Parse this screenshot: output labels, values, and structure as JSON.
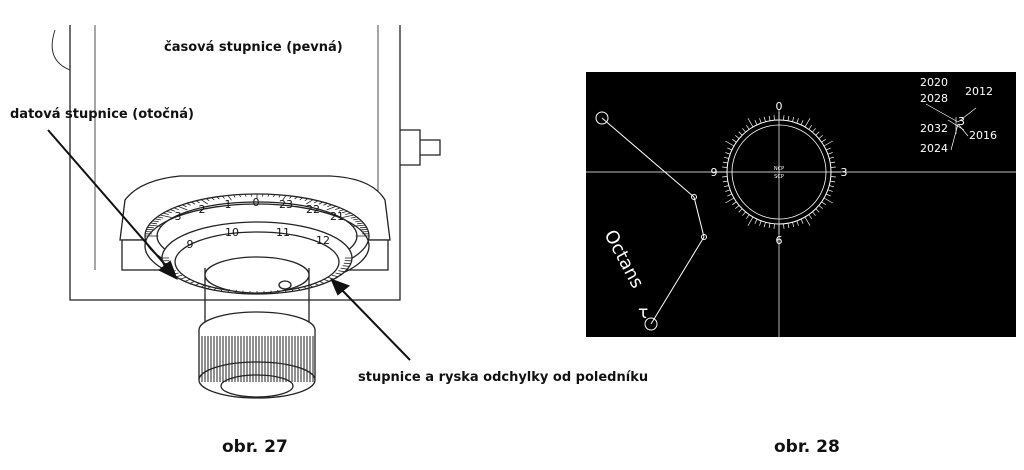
{
  "figure27": {
    "caption": "obr. 27",
    "labels": {
      "time_scale": "časová stupnice (pevná)",
      "date_scale": "datová stupnice (otočná)",
      "meridian_scale": "stupnice a ryska odchylky od poledníku"
    },
    "dial_upper_numbers": [
      "3",
      "2",
      "1",
      "0",
      "23",
      "22",
      "21"
    ],
    "dial_lower_numbers": [
      "9",
      "10",
      "11",
      "12"
    ]
  },
  "figure28": {
    "caption": "obr. 28",
    "clock_labels": {
      "top": "0",
      "right": "3",
      "bottom": "6",
      "left": "9"
    },
    "center_top": "NCP",
    "center_bottom": "SCP",
    "constellation": "Octans",
    "star": "τ",
    "years": [
      "2020",
      "2028",
      "2012",
      "2032",
      "3",
      "2016",
      "2024"
    ]
  },
  "colors": {
    "figure_bg": "#000000",
    "figure_fg": "#ffffff",
    "ink": "#111111"
  }
}
